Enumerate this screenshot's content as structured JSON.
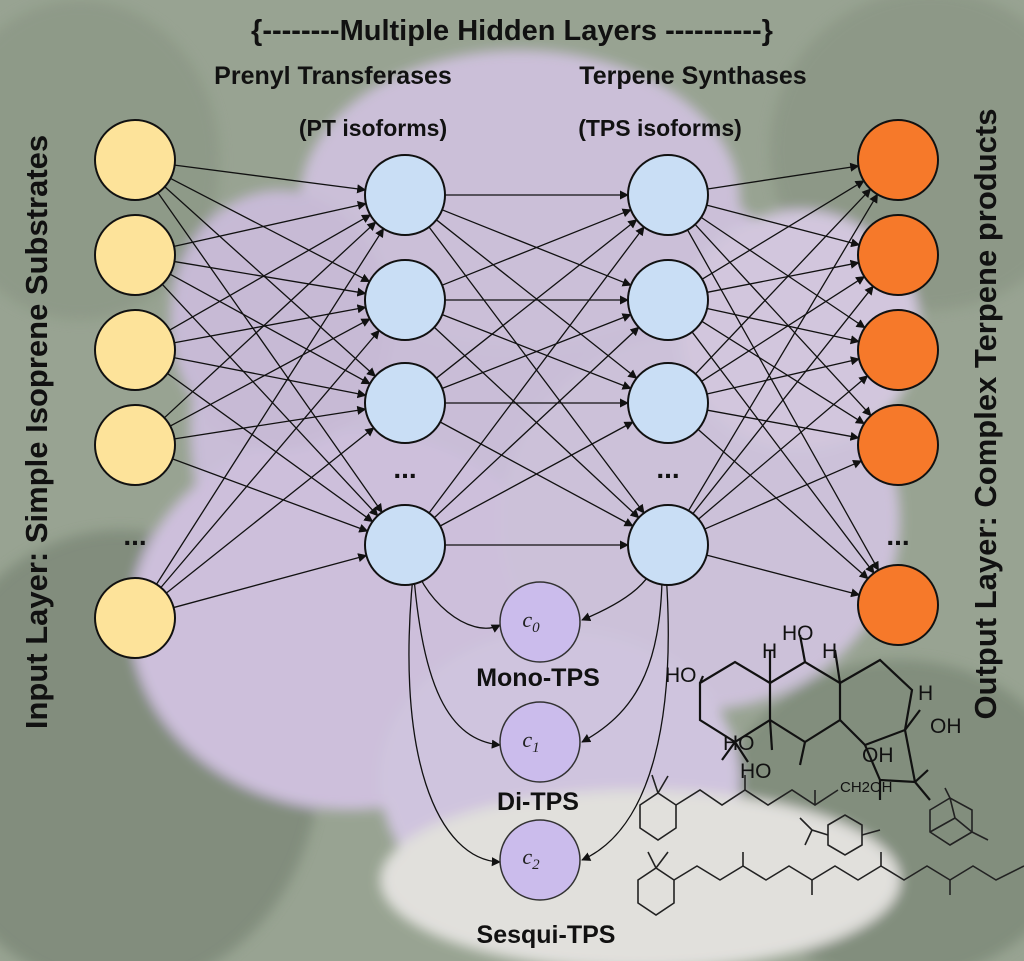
{
  "header": {
    "multi_hidden": "{--------Multiple Hidden Layers ----------}",
    "pt_title": "Prenyl Transferases",
    "pt_sub": "(PT isoforms)",
    "tps_title": "Terpene Synthases",
    "tps_sub": "(TPS isoforms)"
  },
  "side_labels": {
    "input": "Input Layer: Simple Isoprene Substrates",
    "output": "Output Layer: Complex Terpene products"
  },
  "ellipsis": "...",
  "layers": {
    "input_nodes": 5,
    "pt_nodes": 4,
    "tps_nodes": 4,
    "output_nodes": 5
  },
  "classes": [
    {
      "symbol": "c",
      "subscript": "0",
      "name": "Mono-TPS"
    },
    {
      "symbol": "c",
      "subscript": "1",
      "name": "Di-TPS"
    },
    {
      "symbol": "c",
      "subscript": "2",
      "name": "Sesqui-TPS"
    }
  ],
  "chem": {
    "ho": "HO",
    "oh": "OH",
    "h": "H",
    "ch2oh": "CH2OH"
  },
  "colors": {
    "input": "#fde39a",
    "hidden": "#c9def5",
    "output": "#f6792a",
    "class_node": "#cbbcec",
    "flower_bg": "#c7b8d8",
    "foliage": "#7d8b77"
  }
}
